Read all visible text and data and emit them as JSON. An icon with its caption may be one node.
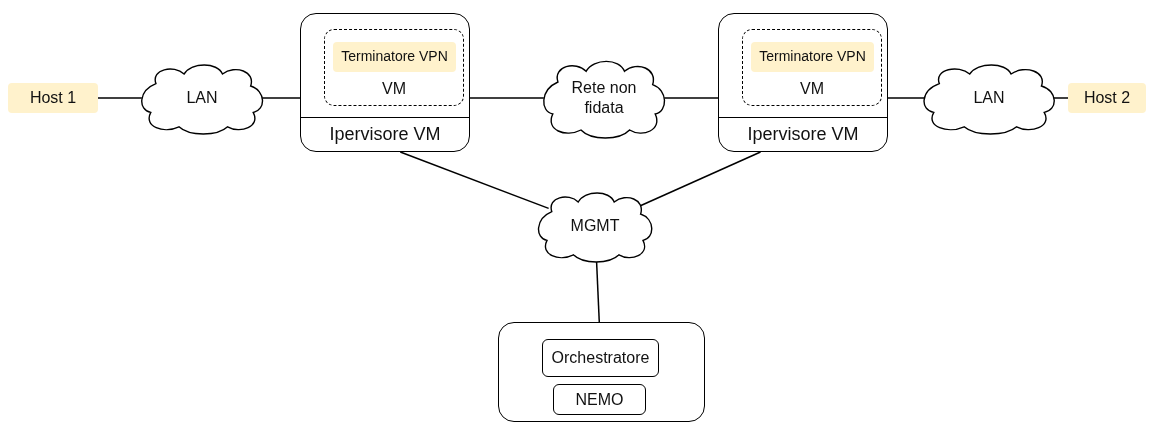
{
  "diagram": {
    "nodes": [
      {
        "text": [
          "Host 1"
        ]
      },
      {
        "text": [
          "LAN"
        ]
      },
      {
        "text": [
          "Ipervisore VM"
        ]
      },
      {
        "text": [
          "VM"
        ],
        "in": 2
      },
      {
        "text": [
          "Terminatore VPN"
        ],
        "in": 3
      },
      {
        "text": [
          "Rete non fidata"
        ]
      },
      {
        "text": [
          "Ipervisore VM"
        ]
      },
      {
        "text": [
          "VM"
        ],
        "in": 6
      },
      {
        "text": [
          "Terminatore VPN"
        ],
        "in": 7
      },
      {
        "text": [
          "LAN"
        ]
      },
      {
        "text": [
          "Host 2"
        ]
      },
      {
        "text": [
          "MGMT"
        ]
      },
      {
        "text": [],
        "shape": "box"
      },
      {
        "text": [
          "Orchestratore"
        ],
        "in": 12
      },
      {
        "text": [
          "NEMO"
        ],
        "in": 12
      }
    ],
    "edges": [
      {
        "from": 0,
        "to": 1,
        "arrow": "none"
      },
      {
        "from": 1,
        "to": 2,
        "arrow": "none"
      },
      {
        "from": 2,
        "to": 5,
        "arrow": "none"
      },
      {
        "from": 5,
        "to": 6,
        "arrow": "none"
      },
      {
        "from": 6,
        "to": 9,
        "arrow": "none"
      },
      {
        "from": 9,
        "to": 10,
        "arrow": "none"
      },
      {
        "from": 2,
        "to": 11,
        "arrow": "none"
      },
      {
        "from": 6,
        "to": 11,
        "arrow": "none"
      },
      {
        "from": 11,
        "to": 12,
        "arrow": "none"
      }
    ]
  }
}
